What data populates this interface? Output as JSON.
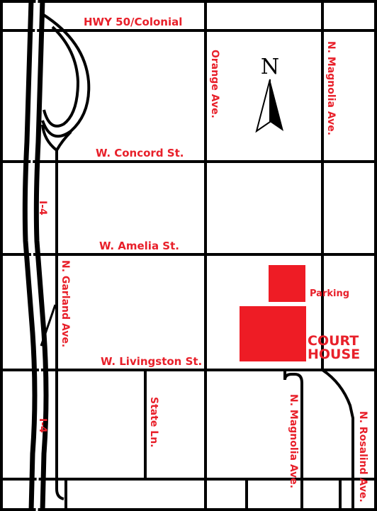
{
  "colors": {
    "road": "#000000",
    "label": "#e8202a",
    "building": "#ee1c25",
    "background": "#ffffff"
  },
  "streets": {
    "hwy50": "HWY 50/Colonial",
    "concord": "W. Concord St.",
    "amelia": "W. Amelia St.",
    "livingston": "W. Livingston St.",
    "orange": "Orange Ave.",
    "magnolia_north": "N. Magnolia Ave.",
    "magnolia_south": "N. Magnolia Ave.",
    "garland": "N. Garland Ave.",
    "state_ln": "State Ln.",
    "rosalind": "N. Rosalind Ave.",
    "i4_north": "I-4",
    "i4_south": "I-4"
  },
  "landmarks": {
    "parking": "Parking",
    "courthouse_line1": "COURT",
    "courthouse_line2": "HOUSE"
  },
  "compass": {
    "letter": "N",
    "icon": "north-arrow-icon"
  }
}
